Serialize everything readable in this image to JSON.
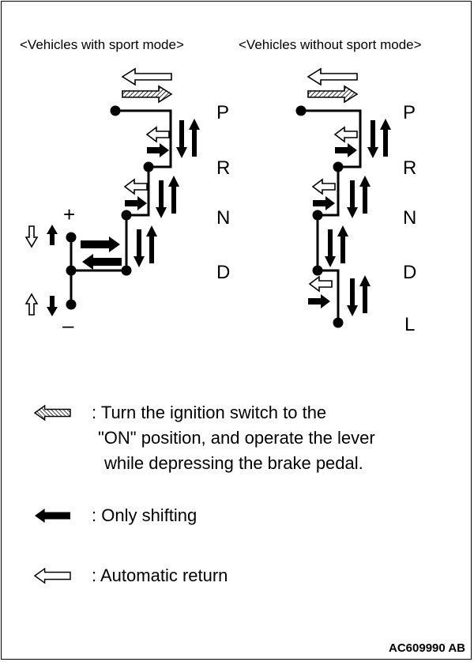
{
  "headings": {
    "sport": "<Vehicles with sport mode>",
    "no_sport": "<Vehicles without sport mode>"
  },
  "sport_positions": {
    "p": "P",
    "r": "R",
    "n": "N",
    "d": "D",
    "plus": "+",
    "minus": "–"
  },
  "no_sport_positions": {
    "p": "P",
    "r": "R",
    "n": "N",
    "d": "D",
    "l": "L"
  },
  "legend": {
    "hatched_line1": ": Turn the ignition switch to the",
    "hatched_line2": "\"ON\" position, and operate the lever",
    "hatched_line3": "while depressing the brake pedal.",
    "solid": ": Only shifting",
    "outline": ": Automatic return"
  },
  "figure_code": "AC609990 AB",
  "colors": {
    "ink": "#000000",
    "paper": "#ffffff"
  }
}
